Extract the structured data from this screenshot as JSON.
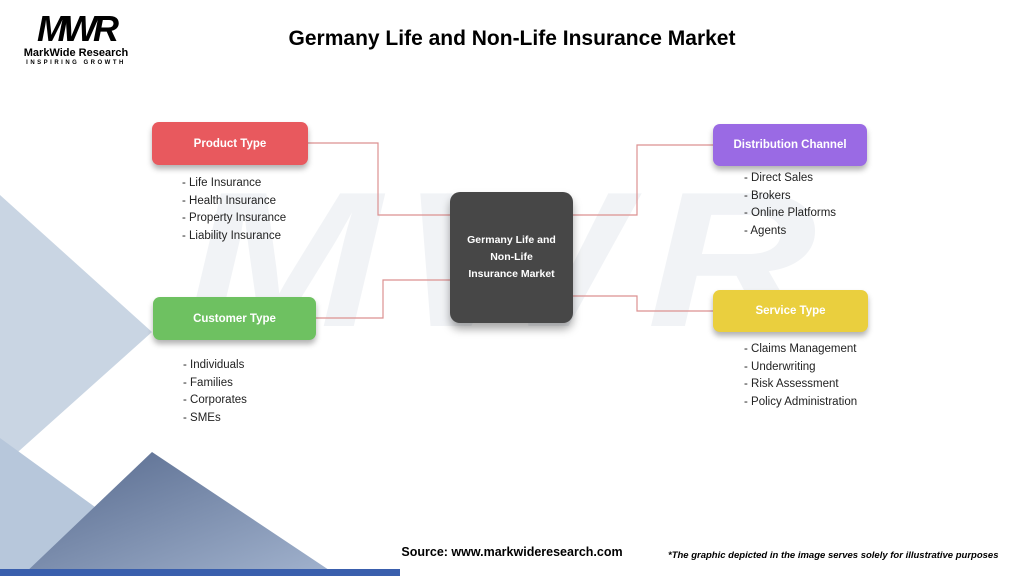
{
  "logo": {
    "monogram": "MWR",
    "name": "MarkWide Research",
    "tagline": "INSPIRING GROWTH"
  },
  "header": {
    "title": "Germany Life and Non-Life Insurance Market"
  },
  "center": {
    "label": "Germany Life and Non-Life Insurance Market",
    "bg_color": "#474747"
  },
  "categories": [
    {
      "label": "Product Type",
      "color": "#E8595E",
      "items": [
        "- Life Insurance",
        "- Health Insurance",
        "- Property Insurance",
        "- Liability Insurance"
      ]
    },
    {
      "label": "Distribution Channel",
      "color": "#9A6AE4",
      "items": [
        "- Direct Sales",
        "- Brokers",
        "- Online Platforms",
        "- Agents"
      ]
    },
    {
      "label": "Customer Type",
      "color": "#6EC161",
      "items": [
        "- Individuals",
        "- Families",
        "- Corporates",
        "- SMEs"
      ]
    },
    {
      "label": "Service Type",
      "color": "#EACF3E",
      "items": [
        "- Claims Management",
        "- Underwriting",
        "- Risk Assessment",
        "- Policy Administration"
      ]
    }
  ],
  "connector_color": "#DC9191",
  "watermark": "MWR",
  "footer": {
    "source": "Source: www.markwideresearch.com",
    "disclaimer": "*The graphic depicted in the image serves solely for illustrative purposes"
  }
}
